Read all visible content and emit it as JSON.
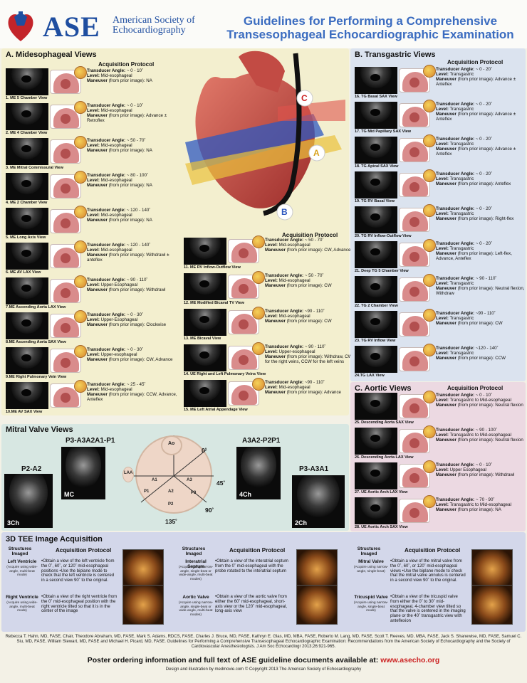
{
  "header": {
    "ase": "ASE",
    "society_line1": "American Society of",
    "society_line2": "Echocardiography",
    "title_line1": "Guidelines for Performing a Comprehensive",
    "title_line2": "Transesophageal Echocardiographic Examination"
  },
  "labels": {
    "angle": "Transducer Angle:",
    "level": "Level:",
    "maneuver": "Maneuver",
    "maneuver_suffix": "(from prior image):",
    "acq": "Acquisition Protocol"
  },
  "sectionA": {
    "title": "A. Midesophageal Views",
    "left": [
      {
        "cap": "1. ME 5 Chamber View",
        "angle": "~ 0 - 10˚",
        "level": "Mid-esophageal",
        "maneuver": "NA"
      },
      {
        "cap": "2. ME 4 Chamber View",
        "angle": "~ 0 - 10˚",
        "level": "Mid-esophageal",
        "maneuver": "Advance ± Retroflex"
      },
      {
        "cap": "3. ME Mitral Commissural View",
        "angle": "~ 50 - 70˚",
        "level": "Mid-esophageal",
        "maneuver": "NA"
      },
      {
        "cap": "4. ME 2 Chamber View",
        "angle": "~ 80 - 100˚",
        "level": "Mid-esophageal",
        "maneuver": "NA"
      },
      {
        "cap": "5. ME Long Axis View",
        "angle": "~ 120 - 140˚",
        "level": "Mid-esophageal",
        "maneuver": "NA"
      },
      {
        "cap": "6. ME AV LAX View",
        "angle": "~ 120 - 140˚",
        "level": "Mid-esophageal",
        "maneuver": "Withdrawl ± anteflex"
      },
      {
        "cap": "7.ME Ascending Aorta LAX View",
        "angle": "~ 90 - 110˚",
        "level": "Upper-Esophageal",
        "maneuver": "Withdrawl"
      },
      {
        "cap": "8.ME Ascending Aorta SAX View",
        "angle": "~ 0 - 30˚",
        "level": "Upper-Esophageal",
        "maneuver": "Clockwise"
      },
      {
        "cap": "9.ME Right Pulmonary Vein View",
        "angle": "~ 0 - 30˚",
        "level": "Upper-esophageal",
        "maneuver": "CW, Advance"
      },
      {
        "cap": "10.ME AV SAX View",
        "angle": "~ 25 - 45˚",
        "level": "Mid-esophageal",
        "maneuver": "CCW, Advance, Anteflex"
      }
    ],
    "right": [
      {
        "cap": "11. ME RV Inflow-Outflow View",
        "angle": "~ 50 - 70˚",
        "level": "Mid-esophageal",
        "maneuver": "CW, Advance"
      },
      {
        "cap": "12. ME Modified Bicaval TV View",
        "angle": "~ 50 - 70˚",
        "level": "Mid-esophageal",
        "maneuver": "CW"
      },
      {
        "cap": "13. ME Bicaval View",
        "angle": "~90 - 110˚",
        "level": "Mid-esophageal",
        "maneuver": "CW"
      },
      {
        "cap": "14. UE Right and Left Pulmonary Veins View",
        "angle": "~ 90 - 110˚",
        "level": "Upper-esophageal",
        "maneuver": "Withdraw, CW for the right veins, CCW for the left veins"
      },
      {
        "cap": "15. ME Left Atrial Appendage View",
        "angle": "~90 - 110˚",
        "level": "Mid-esophageal",
        "maneuver": "Advance"
      }
    ]
  },
  "sectionB": {
    "title": "B. Transgastric Views",
    "rows": [
      {
        "cap": "16. TG Basal SAX View",
        "angle": "~ 0 - 20˚",
        "level": "Transgastric",
        "maneuver": "Advance ± Anteflex"
      },
      {
        "cap": "17. TG Mid Papillary SAX View",
        "angle": "~ 0 - 20˚",
        "level": "Transgastric",
        "maneuver": "Advance ± Anteflex"
      },
      {
        "cap": "18. TG Apical SAX View",
        "angle": "~ 0 - 20˚",
        "level": "Transgastric",
        "maneuver": "Advance ± Anteflex"
      },
      {
        "cap": "19. TG RV Basal View",
        "angle": "~ 0 - 20˚",
        "level": "Transgastric",
        "maneuver": "Anteflex"
      },
      {
        "cap": "20. TG RV Inflow-Outflow View",
        "angle": "~ 0 - 20˚",
        "level": "Transgastric",
        "maneuver": "Right-flex"
      },
      {
        "cap": "21. Deep TG 5 Chamber View",
        "angle": "~ 0 - 20˚",
        "level": "Transgastric",
        "maneuver": "Left-flex, Advance, Anteflex"
      },
      {
        "cap": "22. TG 2 Chamber View",
        "angle": "~ 90 - 110˚",
        "level": "Transgastric",
        "maneuver": "Neutral flexion, Withdraw"
      },
      {
        "cap": "23. TG RV Inflow View",
        "angle": "~90 - 110˚",
        "level": "Transgastric",
        "maneuver": "CW"
      },
      {
        "cap": "24.TG LAX View",
        "angle": "~120 - 140˚",
        "level": "Transgastric",
        "maneuver": "CCW"
      }
    ]
  },
  "sectionC": {
    "title": "C. Aortic Views",
    "rows": [
      {
        "cap": "25. Descending Aorta SAX View",
        "angle": "~ 0 - 10˚",
        "level": "Transgastric to Mid-esophageal",
        "maneuver": "Neutral flexion"
      },
      {
        "cap": "26. Descending Aorta LAX View",
        "angle": "~ 90 - 100˚",
        "level": "Transgastric to Mid-esophageal",
        "maneuver": "Neutral flexion"
      },
      {
        "cap": "27. UE Aortic Arch LAX View",
        "angle": "~ 0 - 10˚",
        "level": "Upper Esophageal",
        "maneuver": "Withdrawl"
      },
      {
        "cap": "28. UE Aortic Arch SAX View",
        "angle": "~ 70 - 90˚",
        "level": "Transgastric to Mid-esophageal",
        "maneuver": "NA"
      }
    ]
  },
  "heart_labels": {
    "a": "A",
    "b": "B",
    "c": "C"
  },
  "mitral": {
    "title": "Mitral Valve Views",
    "p2a2": "P2-A2",
    "p3a3a2a1p1": "P3-A3A2A1-P1",
    "a3a2p2p1": "A3A2-P2P1",
    "p3a3a1": "P3-A3A1",
    "mc": "MC",
    "ch3": "3Ch",
    "ch4": "4Ch",
    "ch2": "2Ch",
    "ao": "Ao",
    "laa": "LAA",
    "deg0": "0˚",
    "deg45": "45˚",
    "deg90": "90˚",
    "deg135": "135˚",
    "a1": "A1",
    "a2": "A2",
    "a3": "A3",
    "p1": "P1",
    "p2": "P2",
    "p3": "P3"
  },
  "tee3d": {
    "title": "3D TEE Image Acquisition",
    "structures": "Structures Imaged",
    "acq": "Acquisition Protocol",
    "items": [
      {
        "name": "Left Ventricle",
        "sub": "(Acquire using wide-angle, multi-beat mode)",
        "text": "•Obtain a view of the left ventricle from the 0˚, 60˚, or 120˚ mid-esophageal positions •Use the biplane mode to check that the left ventricle is centered in a second view 90˚ to the original."
      },
      {
        "name": "Right Ventricle",
        "sub": "(Acquire using wide-angle, multi-beat mode)",
        "text": "•Obtain a view of the right ventricle from the 0˚ mid-esophageal position with the right ventricle tilted so that it is in the center of the image"
      },
      {
        "name": "Interatrial Septum",
        "sub": "(Acquire using narrow-angle, single-beat or wide-angle, multi-beat modes)",
        "text": "•Obtain a view of the interatrial septum from the 0˚ mid-esophageal with the probe rotated to the interatrial septum"
      },
      {
        "name": "Aortic Valve",
        "sub": "(Acquire using narrow-angle, single-beat or wide-angle, multi-beat modes)",
        "text": "•Obtain a view of the aortic valve from either the 60˚ mid-esophageal, short-axis view or the 120˚ mid-esophageal, long-axis view"
      },
      {
        "name": "Mitral Valve",
        "sub": "(Acquire using narrow-angle, single-beat)",
        "text": "•Obtain a view of the mitral valve from the 0˚, 60˚, or 120˚ mid-esophageal views •Use the biplane mode to check that the mitral valve annulus is centered in a second view 90˚ to the original."
      },
      {
        "name": "Tricuspid Valve",
        "sub": "(Acquire using narrow-angle, single-beat mode)",
        "text": "•Obtain a view of the tricuspid valve from either the 0˚ to 30˚ mid-esophageal, 4-chamber view tilted so that the valve is centered in the imaging plane or the 40˚ transgastric view with anteflexion"
      }
    ]
  },
  "footer": {
    "authors": "Rebecca T. Hahn, MD, FASE, Chair, Theodore Abraham, MD, FASE, Mark S. Adams, RDCS, FASE, Charles J. Bruce, MD, FASE, Kathryn E. Glas, MD, MBA, FASE, Roberto M. Lang, MD, FASE, Scott T. Reeves, MD, MBA, FASE, Jack S. Shanewise, MD, FASE, Samuel C. Siu, MD, FASE, William Stewart, MD, FASE and Michael H. Picard, MD, FASE. Guidelines for Performing a Comprehensive Transesophageal Echocardiographic Examination: Recommendations from the American Society of Echocardiography and the Society of Cardiovascular Anesthesiologists. J Am Soc Echocardiogr 2013;26:921-965.",
    "order": "Poster ordering information and full text of ASE guideline documents available at:",
    "url": "www.asecho.org",
    "design": "Design and illustration by medmovie.com    © Copyright 2013  The American Society of Echocardiography"
  }
}
